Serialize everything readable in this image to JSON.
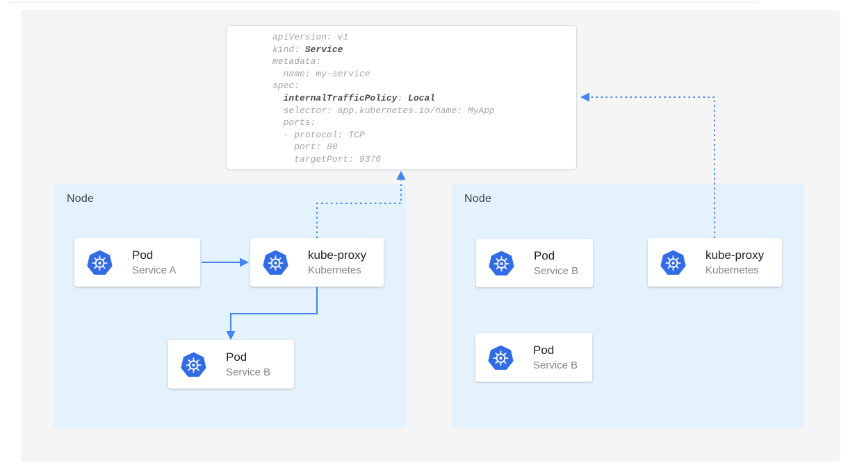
{
  "yaml_box": {
    "lines": [
      [
        {
          "text": "apiVersion: v1"
        }
      ],
      [
        {
          "text": "kind: "
        },
        {
          "text": "Service",
          "bold": true
        }
      ],
      [
        {
          "text": "metadata:"
        }
      ],
      [
        {
          "text": "  name: my-service"
        }
      ],
      [
        {
          "text": "spec:"
        }
      ],
      [
        {
          "text": "  "
        },
        {
          "text": "internalTrafficPolicy",
          "bold": true
        },
        {
          "text": ": "
        },
        {
          "text": "Local",
          "bold": true
        }
      ],
      [
        {
          "text": "  selector: app.kubernetes.io/name: MyApp"
        }
      ],
      [
        {
          "text": "  ports:"
        }
      ],
      [
        {
          "text": "  - protocol: TCP"
        }
      ],
      [
        {
          "text": "    port: 80"
        }
      ],
      [
        {
          "text": "    targetPort: 9376"
        }
      ]
    ]
  },
  "nodes": [
    {
      "label": "Node",
      "cards": [
        {
          "title": "Pod",
          "subtitle": "Service A",
          "icon": "kubernetes-icon"
        },
        {
          "title": "kube-proxy",
          "subtitle": "Kubernetes",
          "icon": "kubernetes-icon"
        },
        {
          "title": "Pod",
          "subtitle": "Service B",
          "icon": "kubernetes-icon"
        }
      ]
    },
    {
      "label": "Node",
      "cards": [
        {
          "title": "Pod",
          "subtitle": "Service B",
          "icon": "kubernetes-icon"
        },
        {
          "title": "kube-proxy",
          "subtitle": "Kubernetes",
          "icon": "kubernetes-icon"
        },
        {
          "title": "Pod",
          "subtitle": "Service B",
          "icon": "kubernetes-icon"
        }
      ]
    }
  ],
  "colors": {
    "arrow_blue": "#4285f4",
    "kubernetes_blue": "#326ce5",
    "node_background": "#e3f2fd",
    "canvas_background": "#f5f5f6",
    "yaml_regular_text": "#a4a4a4",
    "yaml_bold_text": "#4b4b4b"
  }
}
